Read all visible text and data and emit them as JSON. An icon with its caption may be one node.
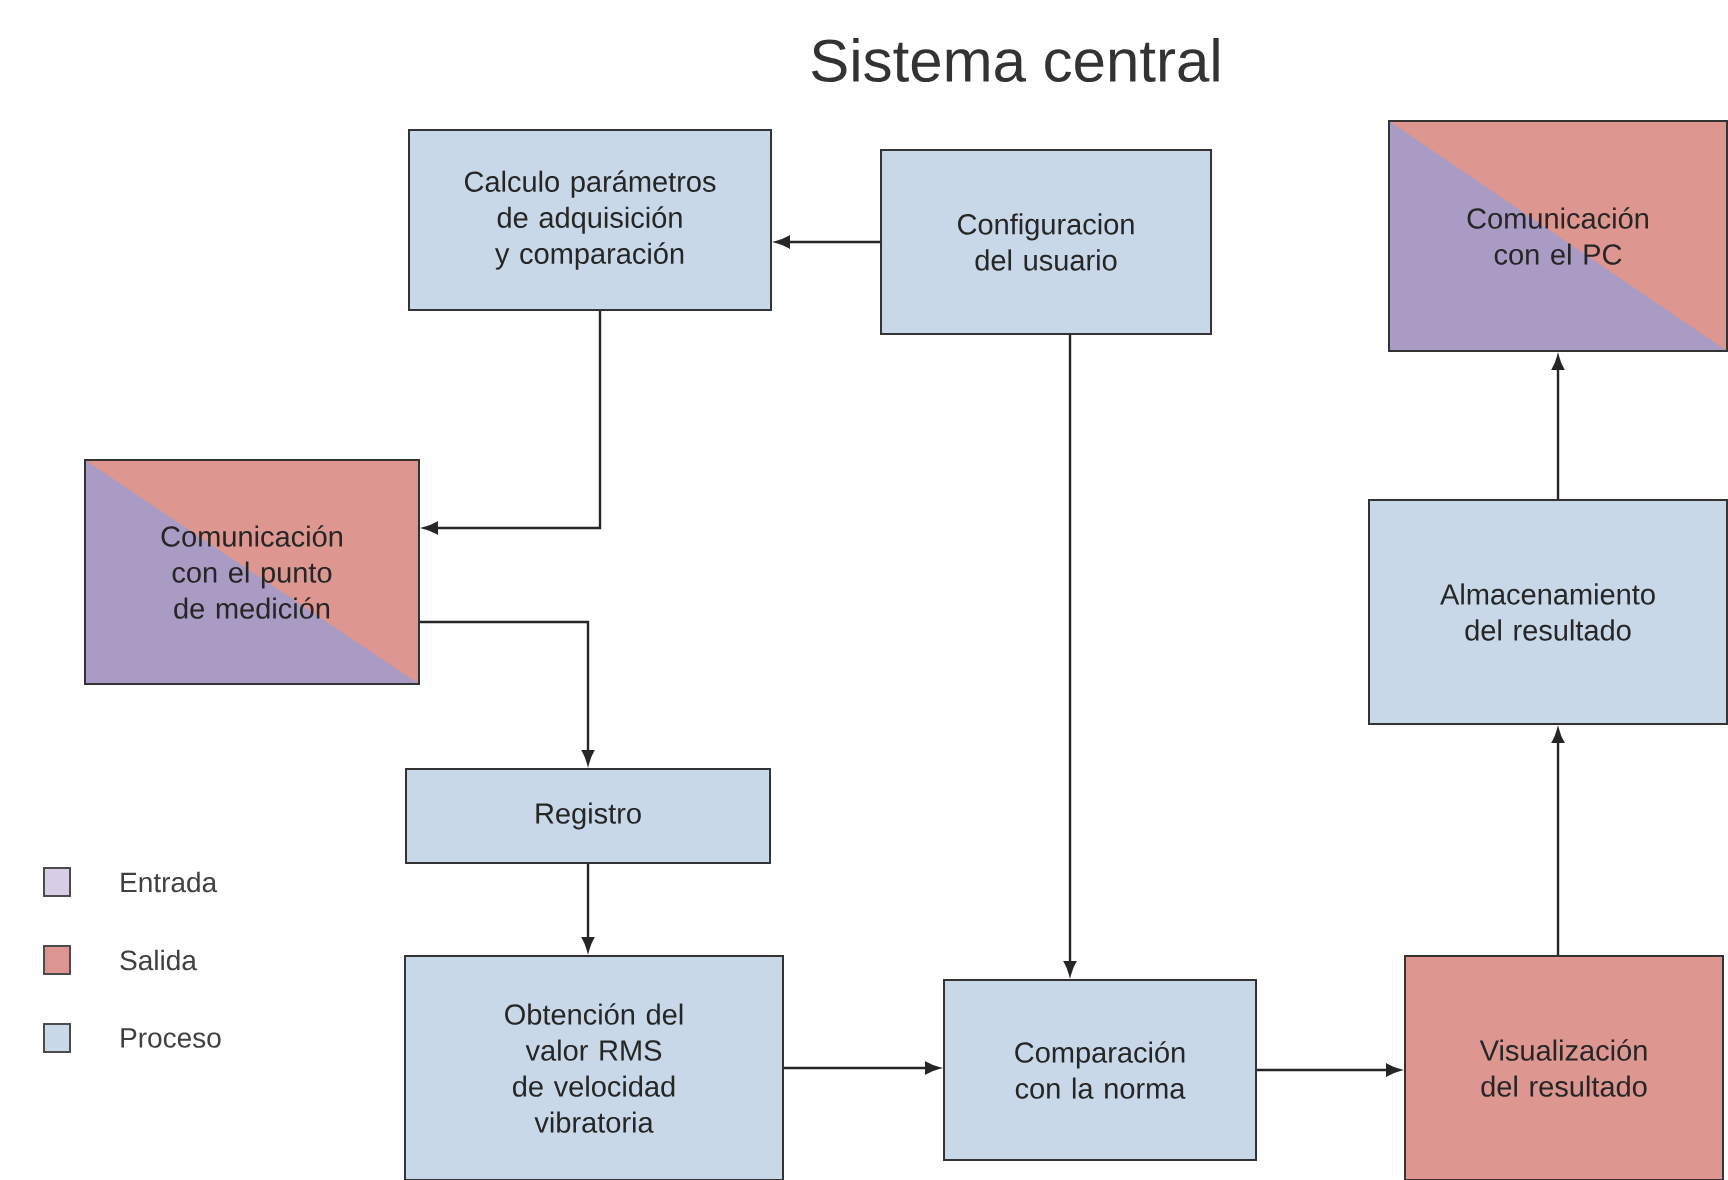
{
  "diagram": {
    "title": "Sistema central",
    "nodes": [
      {
        "text": [
          "Calculo parámetros de adquisición y comparación"
        ]
      },
      {
        "text": [
          "Configuracion del usuario"
        ]
      },
      {
        "text": [
          "Comunicación con el PC"
        ]
      },
      {
        "text": [
          "Comunicación con el punto de medición"
        ]
      },
      {
        "text": [
          "Almacenamiento del resultado"
        ]
      },
      {
        "text": [
          "Registro"
        ]
      },
      {
        "text": [
          "Obtención del valor RMS de velocidad vibratoria"
        ]
      },
      {
        "text": [
          "Comparación con la norma"
        ]
      },
      {
        "text": [
          "Visualización del resultado"
        ]
      }
    ],
    "edges": [
      {
        "from": 1,
        "to": 0,
        "arrow": "to"
      },
      {
        "from": 0,
        "to": 3,
        "arrow": "to"
      },
      {
        "from": 3,
        "to": 5,
        "arrow": "to"
      },
      {
        "from": 5,
        "to": 6,
        "arrow": "to"
      },
      {
        "from": 1,
        "to": 7,
        "arrow": "to"
      },
      {
        "from": 6,
        "to": 7,
        "arrow": "to"
      },
      {
        "from": 7,
        "to": 8,
        "arrow": "to"
      },
      {
        "from": 8,
        "to": 4,
        "arrow": "to"
      },
      {
        "from": 4,
        "to": 2,
        "arrow": "to"
      }
    ],
    "legend": [
      {
        "text": "Entrada",
        "color": "#d8cde6"
      },
      {
        "text": "Salida",
        "color": "#dc9590"
      },
      {
        "text": "Proceso",
        "color": "#c9d9ea"
      }
    ]
  }
}
